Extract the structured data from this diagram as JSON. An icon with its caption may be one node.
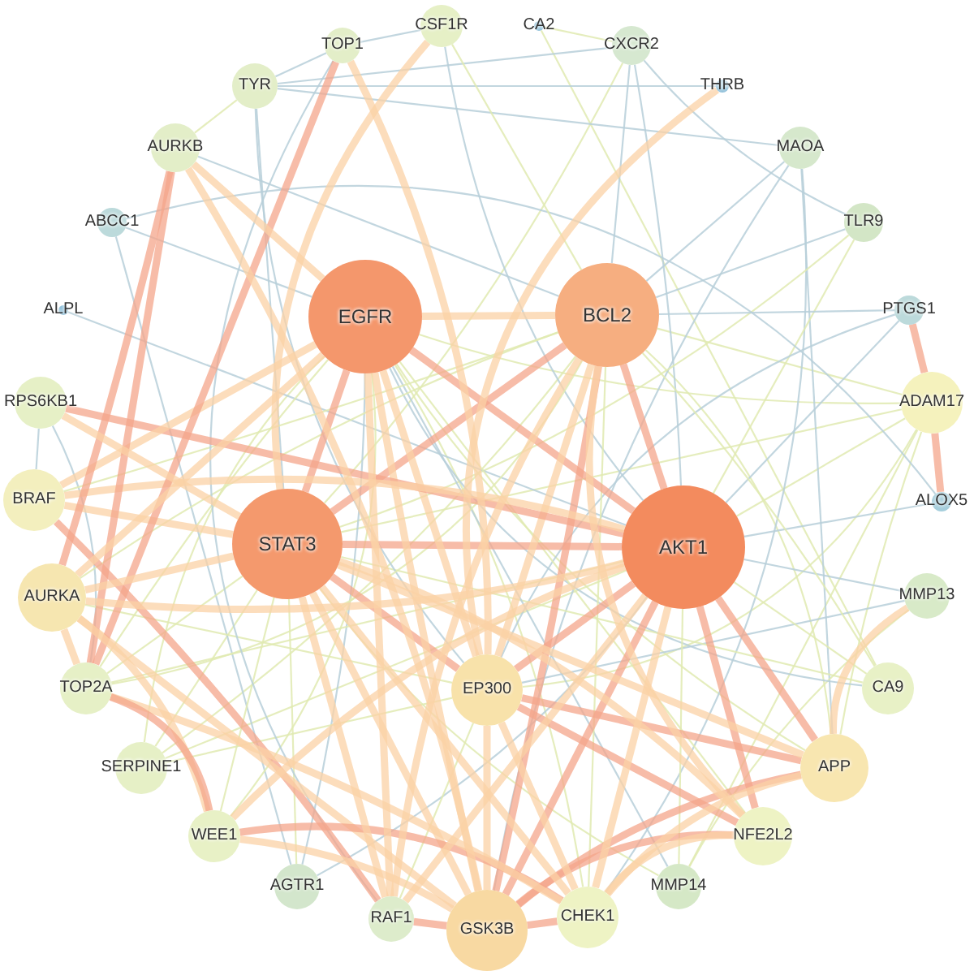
{
  "diagram": {
    "nodes": [
      {
        "text": [
          "TOP1"
        ]
      },
      {
        "text": [
          "CSF1R"
        ]
      },
      {
        "text": [
          "CA2"
        ]
      },
      {
        "text": [
          "CXCR2"
        ]
      },
      {
        "text": [
          "THRB"
        ]
      },
      {
        "text": [
          "MAOA"
        ]
      },
      {
        "text": [
          "TLR9"
        ]
      },
      {
        "text": [
          "PTGS1"
        ]
      },
      {
        "text": [
          "ADAM17"
        ]
      },
      {
        "text": [
          "ALOX5"
        ]
      },
      {
        "text": [
          "MMP13"
        ]
      },
      {
        "text": [
          "CA9"
        ]
      },
      {
        "text": [
          "APP"
        ]
      },
      {
        "text": [
          "NFE2L2"
        ]
      },
      {
        "text": [
          "MMP14"
        ]
      },
      {
        "text": [
          "CHEK1"
        ]
      },
      {
        "text": [
          "GSK3B"
        ]
      },
      {
        "text": [
          "RAF1"
        ]
      },
      {
        "text": [
          "AGTR1"
        ]
      },
      {
        "text": [
          "WEE1"
        ]
      },
      {
        "text": [
          "SERPINE1"
        ]
      },
      {
        "text": [
          "TOP2A"
        ]
      },
      {
        "text": [
          "AURKA"
        ]
      },
      {
        "text": [
          "BRAF"
        ]
      },
      {
        "text": [
          "RPS6KB1"
        ]
      },
      {
        "text": [
          "ALPL"
        ]
      },
      {
        "text": [
          "ABCC1"
        ]
      },
      {
        "text": [
          "AURKB"
        ]
      },
      {
        "text": [
          "TYR"
        ]
      },
      {
        "text": [
          "EGFR"
        ]
      },
      {
        "text": [
          "BCL2"
        ]
      },
      {
        "text": [
          "STAT3"
        ]
      },
      {
        "text": [
          "AKT1"
        ]
      },
      {
        "text": [
          "EP300"
        ]
      }
    ],
    "edges": [
      {
        "from": 29,
        "to": 31,
        "arrow": "none",
        "style": "thick",
        "color": "#f4a68b"
      },
      {
        "from": 29,
        "to": 30,
        "arrow": "none",
        "style": "thick",
        "color": "#fbd2a5"
      },
      {
        "from": 29,
        "to": 32,
        "arrow": "none",
        "style": "thick",
        "color": "#f4a68b"
      },
      {
        "from": 30,
        "to": 31,
        "arrow": "none",
        "style": "thick",
        "color": "#f4a68b"
      },
      {
        "from": 30,
        "to": 32,
        "arrow": "none",
        "style": "thick",
        "color": "#f4a68b"
      },
      {
        "from": 31,
        "to": 32,
        "arrow": "none",
        "style": "thick",
        "color": "#f4a68b"
      },
      {
        "from": 29,
        "to": 33,
        "arrow": "none",
        "style": "thick",
        "color": "#fbd2a5"
      },
      {
        "from": 30,
        "to": 33,
        "arrow": "none",
        "style": "thick",
        "color": "#fbd2a5"
      },
      {
        "from": 31,
        "to": 33,
        "arrow": "none",
        "style": "thick",
        "color": "#f4a68b"
      },
      {
        "from": 32,
        "to": 33,
        "arrow": "none",
        "style": "thick",
        "color": "#f4a68b"
      },
      {
        "from": 29,
        "to": 16,
        "arrow": "none",
        "style": "thick",
        "color": "#fbd2a5"
      },
      {
        "from": 30,
        "to": 16,
        "arrow": "none",
        "style": "thick",
        "color": "#f4a68b"
      },
      {
        "from": 31,
        "to": 16,
        "arrow": "none",
        "style": "thick",
        "color": "#fbd2a5"
      },
      {
        "from": 32,
        "to": 16,
        "arrow": "none",
        "style": "thick",
        "color": "#f4a68b"
      },
      {
        "from": 33,
        "to": 16,
        "arrow": "none",
        "style": "thick",
        "color": "#fbd2a5"
      },
      {
        "from": 32,
        "to": 12,
        "arrow": "none",
        "style": "thick",
        "color": "#f4a68b"
      },
      {
        "from": 32,
        "to": 13,
        "arrow": "none",
        "style": "thick",
        "color": "#f4a68b"
      },
      {
        "from": 33,
        "to": 12,
        "arrow": "none",
        "style": "thick",
        "color": "#f4a68b"
      },
      {
        "from": 33,
        "to": 13,
        "arrow": "none",
        "style": "thick",
        "color": "#f4a68b"
      },
      {
        "from": 16,
        "to": 12,
        "arrow": "none",
        "style": "thick",
        "color": "#f4a68b"
      },
      {
        "from": 16,
        "to": 13,
        "arrow": "none",
        "style": "thick",
        "color": "#f4a68b"
      },
      {
        "from": 16,
        "to": 15,
        "arrow": "none",
        "style": "thick",
        "color": "#f4a68b"
      },
      {
        "from": 16,
        "to": 17,
        "arrow": "none",
        "style": "thick",
        "color": "#f4a68b"
      },
      {
        "from": 23,
        "to": 17,
        "arrow": "none",
        "style": "thick",
        "color": "#f4a68b"
      },
      {
        "from": 22,
        "to": 16,
        "arrow": "none",
        "style": "thick",
        "color": "#fbd2a5"
      },
      {
        "from": 24,
        "to": 32,
        "arrow": "none",
        "style": "thick",
        "color": "#f4a68b"
      },
      {
        "from": 23,
        "to": 32,
        "arrow": "none",
        "style": "thick",
        "color": "#fbd2a5"
      },
      {
        "from": 23,
        "to": 31,
        "arrow": "none",
        "style": "thick",
        "color": "#fbd2a5"
      },
      {
        "from": 23,
        "to": 29,
        "arrow": "none",
        "style": "thick",
        "color": "#fbd2a5"
      },
      {
        "from": 0,
        "to": 21,
        "arrow": "none",
        "style": "thick",
        "color": "#f4a68b"
      },
      {
        "from": 27,
        "to": 22,
        "arrow": "none",
        "style": "thick",
        "color": "#f4a68b"
      },
      {
        "from": 27,
        "to": 21,
        "arrow": "none",
        "style": "thick",
        "color": "#f4a68b"
      },
      {
        "from": 22,
        "to": 21,
        "arrow": "none",
        "style": "thick",
        "color": "#fbd2a5"
      },
      {
        "from": 19,
        "to": 15,
        "arrow": "none",
        "style": "thick",
        "color": "#f4a68b"
      },
      {
        "from": 21,
        "to": 15,
        "arrow": "none",
        "style": "thick",
        "color": "#fbd2a5"
      },
      {
        "from": 22,
        "to": 19,
        "arrow": "none",
        "style": "thick",
        "color": "#fbd2a5"
      },
      {
        "from": 7,
        "to": 8,
        "arrow": "none",
        "style": "thick",
        "color": "#f4a68b"
      },
      {
        "from": 8,
        "to": 9,
        "arrow": "none",
        "style": "thick",
        "color": "#f4a68b"
      },
      {
        "from": 1,
        "to": 31,
        "arrow": "none",
        "style": "thick",
        "color": "#fbd2a5"
      },
      {
        "from": 4,
        "to": 33,
        "arrow": "none",
        "style": "thick",
        "color": "#fbd2a5"
      },
      {
        "from": 32,
        "to": 15,
        "arrow": "none",
        "style": "thick",
        "color": "#fbd2a5"
      },
      {
        "from": 30,
        "to": 13,
        "arrow": "none",
        "style": "thick",
        "color": "#fbd2a5"
      },
      {
        "from": 30,
        "to": 17,
        "arrow": "none",
        "style": "thick",
        "color": "#fbd2a5"
      },
      {
        "from": 29,
        "to": 17,
        "arrow": "none",
        "style": "thick",
        "color": "#fbd2a5"
      },
      {
        "from": 31,
        "to": 12,
        "arrow": "none",
        "style": "thick",
        "color": "#fbd2a5"
      },
      {
        "from": 31,
        "to": 13,
        "arrow": "none",
        "style": "thick",
        "color": "#fbd2a5"
      },
      {
        "from": 31,
        "to": 22,
        "arrow": "none",
        "style": "thick",
        "color": "#fbd2a5"
      },
      {
        "from": 31,
        "to": 24,
        "arrow": "none",
        "style": "thick",
        "color": "#fbd2a5"
      },
      {
        "from": 29,
        "to": 22,
        "arrow": "none",
        "style": "thick",
        "color": "#fbd2a5"
      },
      {
        "from": 29,
        "to": 27,
        "arrow": "none",
        "style": "thick",
        "color": "#fbd2a5"
      },
      {
        "from": 32,
        "to": 22,
        "arrow": "none",
        "style": "thick",
        "color": "#fbd2a5"
      },
      {
        "from": 33,
        "to": 15,
        "arrow": "none",
        "style": "thick",
        "color": "#fbd2a5"
      },
      {
        "from": 10,
        "to": 12,
        "arrow": "none",
        "style": "thick",
        "color": "#fbd2a5"
      },
      {
        "from": 0,
        "to": 33,
        "arrow": "none",
        "style": "thick",
        "color": "#fbd2a5"
      },
      {
        "from": 32,
        "to": 19,
        "arrow": "none",
        "style": "thick",
        "color": "#fbd2a5"
      },
      {
        "from": 31,
        "to": 15,
        "arrow": "none",
        "style": "thick",
        "color": "#fbd2a5"
      },
      {
        "from": 21,
        "to": 19,
        "arrow": "none",
        "style": "thick",
        "color": "#f4a68b"
      },
      {
        "from": 19,
        "to": 16,
        "arrow": "none",
        "style": "thick",
        "color": "#fbd2a5"
      },
      {
        "from": 27,
        "to": 16,
        "arrow": "none",
        "style": "thick",
        "color": "#fbd2a5"
      },
      {
        "from": 12,
        "to": 15,
        "arrow": "none",
        "style": "thick",
        "color": "#fbd2a5"
      },
      {
        "from": 13,
        "to": 15,
        "arrow": "none",
        "style": "thick",
        "color": "#fbd2a5"
      },
      {
        "from": 31,
        "to": 17,
        "arrow": "none",
        "style": "thick",
        "color": "#fbd2a5"
      },
      {
        "from": 32,
        "to": 17,
        "arrow": "none",
        "style": "thick",
        "color": "#fbd2a5"
      },
      {
        "from": 29,
        "to": 15,
        "arrow": "none",
        "color": "#e0eab2"
      },
      {
        "from": 30,
        "to": 12,
        "arrow": "none",
        "color": "#e0eab2"
      },
      {
        "from": 29,
        "to": 12,
        "arrow": "none",
        "color": "#e0eab2"
      },
      {
        "from": 32,
        "to": 8,
        "arrow": "none",
        "color": "#e0eab2"
      },
      {
        "from": 30,
        "to": 8,
        "arrow": "none",
        "color": "#e0eab2"
      },
      {
        "from": 29,
        "to": 8,
        "arrow": "none",
        "color": "#e0eab2"
      },
      {
        "from": 31,
        "to": 8,
        "arrow": "none",
        "color": "#e0eab2"
      },
      {
        "from": 8,
        "to": 12,
        "arrow": "none",
        "color": "#e0eab2"
      },
      {
        "from": 8,
        "to": 14,
        "arrow": "none",
        "color": "#e0eab2"
      },
      {
        "from": 8,
        "to": 33,
        "arrow": "none",
        "color": "#e0eab2"
      },
      {
        "from": 31,
        "to": 20,
        "arrow": "none",
        "color": "#e0eab2"
      },
      {
        "from": 32,
        "to": 20,
        "arrow": "none",
        "color": "#e0eab2"
      },
      {
        "from": 29,
        "to": 20,
        "arrow": "none",
        "color": "#e0eab2"
      },
      {
        "from": 30,
        "to": 20,
        "arrow": "none",
        "color": "#e0eab2"
      },
      {
        "from": 28,
        "to": 27,
        "arrow": "none",
        "color": "#e0eab2"
      },
      {
        "from": 2,
        "to": 3,
        "arrow": "none",
        "color": "#e0eab2"
      },
      {
        "from": 2,
        "to": 11,
        "arrow": "none",
        "color": "#e0eab2"
      },
      {
        "from": 3,
        "to": 6,
        "arrow": "none"
      },
      {
        "from": 3,
        "to": 30,
        "arrow": "none"
      },
      {
        "from": 3,
        "to": 31,
        "arrow": "none",
        "color": "#e0eab2"
      },
      {
        "from": 3,
        "to": 32,
        "arrow": "none"
      },
      {
        "from": 3,
        "to": 28,
        "arrow": "none"
      },
      {
        "from": 28,
        "to": 4,
        "arrow": "none"
      },
      {
        "from": 28,
        "to": 5,
        "arrow": "none"
      },
      {
        "from": 5,
        "to": 30,
        "arrow": "none"
      },
      {
        "from": 5,
        "to": 15,
        "arrow": "none"
      },
      {
        "from": 5,
        "to": 12,
        "arrow": "none"
      },
      {
        "from": 5,
        "to": 16,
        "arrow": "none"
      },
      {
        "from": 6,
        "to": 30,
        "arrow": "none"
      },
      {
        "from": 6,
        "to": 31,
        "arrow": "none",
        "color": "#e0eab2"
      },
      {
        "from": 6,
        "to": 32,
        "arrow": "none",
        "color": "#e0eab2"
      },
      {
        "from": 7,
        "to": 30,
        "arrow": "none"
      },
      {
        "from": 7,
        "to": 32,
        "arrow": "none"
      },
      {
        "from": 7,
        "to": 33,
        "arrow": "none"
      },
      {
        "from": 9,
        "to": 32,
        "arrow": "none"
      },
      {
        "from": 10,
        "to": 14,
        "arrow": "none",
        "color": "#e0eab2"
      },
      {
        "from": 10,
        "to": 32,
        "arrow": "none"
      },
      {
        "from": 10,
        "to": 33,
        "arrow": "none"
      },
      {
        "from": 11,
        "to": 32,
        "arrow": "none",
        "color": "#e0eab2"
      },
      {
        "from": 11,
        "to": 29,
        "arrow": "none"
      },
      {
        "from": 11,
        "to": 31,
        "arrow": "none",
        "color": "#e0eab2"
      },
      {
        "from": 26,
        "to": 9,
        "arrow": "none"
      },
      {
        "from": 26,
        "to": 18,
        "arrow": "none"
      },
      {
        "from": 25,
        "to": 32,
        "arrow": "none"
      },
      {
        "from": 18,
        "to": 29,
        "arrow": "none"
      },
      {
        "from": 18,
        "to": 32,
        "arrow": "none"
      },
      {
        "from": 18,
        "to": 31,
        "arrow": "none",
        "color": "#e0eab2"
      },
      {
        "from": 14,
        "to": 29,
        "arrow": "none"
      },
      {
        "from": 14,
        "to": 31,
        "arrow": "none",
        "color": "#e0eab2"
      },
      {
        "from": 14,
        "to": 32,
        "arrow": "none",
        "color": "#e0eab2"
      },
      {
        "from": 0,
        "to": 28,
        "arrow": "none"
      },
      {
        "from": 0,
        "to": 1,
        "arrow": "none"
      },
      {
        "from": 28,
        "to": 31,
        "arrow": "none"
      },
      {
        "from": 28,
        "to": 33,
        "arrow": "none"
      },
      {
        "from": 1,
        "to": 32,
        "arrow": "none"
      },
      {
        "from": 27,
        "to": 30,
        "arrow": "none"
      },
      {
        "from": 24,
        "to": 23,
        "arrow": "none"
      },
      {
        "from": 24,
        "to": 21,
        "arrow": "none"
      },
      {
        "from": 29,
        "to": 13,
        "arrow": "none",
        "color": "#e0eab2"
      },
      {
        "from": 30,
        "to": 15,
        "arrow": "none",
        "color": "#e0eab2"
      },
      {
        "from": 29,
        "to": 19,
        "arrow": "none",
        "color": "#e0eab2"
      },
      {
        "from": 31,
        "to": 19,
        "arrow": "none",
        "color": "#e0eab2"
      },
      {
        "from": 31,
        "to": 21,
        "arrow": "none",
        "color": "#e0eab2"
      },
      {
        "from": 29,
        "to": 21,
        "arrow": "none",
        "color": "#e0eab2"
      },
      {
        "from": 32,
        "to": 21,
        "arrow": "none",
        "color": "#e0eab2"
      },
      {
        "from": 30,
        "to": 21,
        "arrow": "none",
        "color": "#e0eab2"
      },
      {
        "from": 30,
        "to": 22,
        "arrow": "none",
        "color": "#e0eab2"
      },
      {
        "from": 30,
        "to": 23,
        "arrow": "none",
        "color": "#e0eab2"
      },
      {
        "from": 30,
        "to": 11,
        "arrow": "none",
        "color": "#e0eab2"
      },
      {
        "from": 33,
        "to": 20,
        "arrow": "none",
        "color": "#e0eab2"
      },
      {
        "from": 33,
        "to": 22,
        "arrow": "none",
        "color": "#e0eab2"
      },
      {
        "from": 17,
        "to": 33,
        "arrow": "none",
        "color": "#e0eab2"
      },
      {
        "from": 0,
        "to": 17,
        "arrow": "none"
      },
      {
        "from": 1,
        "to": 30,
        "arrow": "none",
        "color": "#e0eab2"
      },
      {
        "from": 26,
        "to": 29,
        "arrow": "none"
      }
    ]
  }
}
